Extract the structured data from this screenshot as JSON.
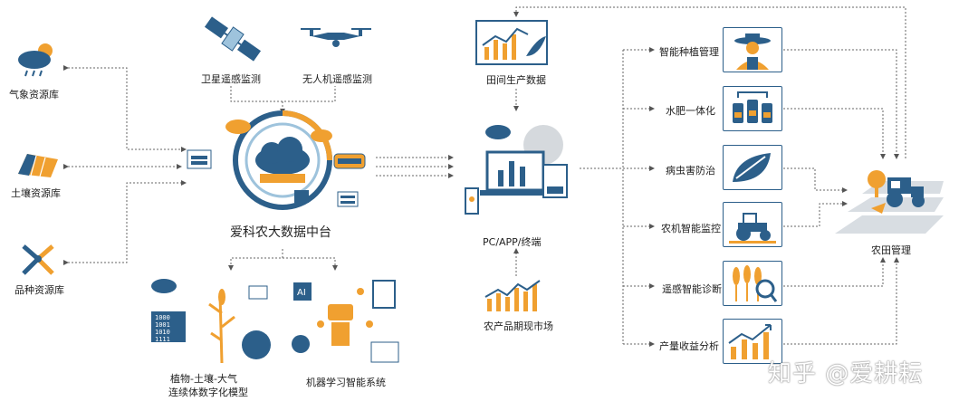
{
  "nodes": {
    "weather": "气象资源库",
    "soil": "土壤资源库",
    "variety": "品种资源库",
    "satellite": "卫星遥感监测",
    "drone": "无人机遥感监测",
    "platform": "爱科农大数据中台",
    "model_line1": "植物-土壤-大气",
    "model_line2": "连续体数字化模型",
    "ml": "机器学习智能系统",
    "field_data": "田间生产数据",
    "terminal": "PC/APP/终端",
    "futures": "农产品期现市场",
    "planting": "智能种植管理",
    "fertigation": "水肥一体化",
    "pest": "病虫害防治",
    "machinery": "农机智能监控",
    "diagnosis": "遥感智能诊断",
    "yield": "产量收益分析",
    "farm": "农田管理"
  },
  "watermark": "知乎 @爱耕耘",
  "colors": {
    "blue": "#2c5f8a",
    "orange": "#f0a030",
    "line": "#555555",
    "lightblue": "#9ec3dc"
  }
}
